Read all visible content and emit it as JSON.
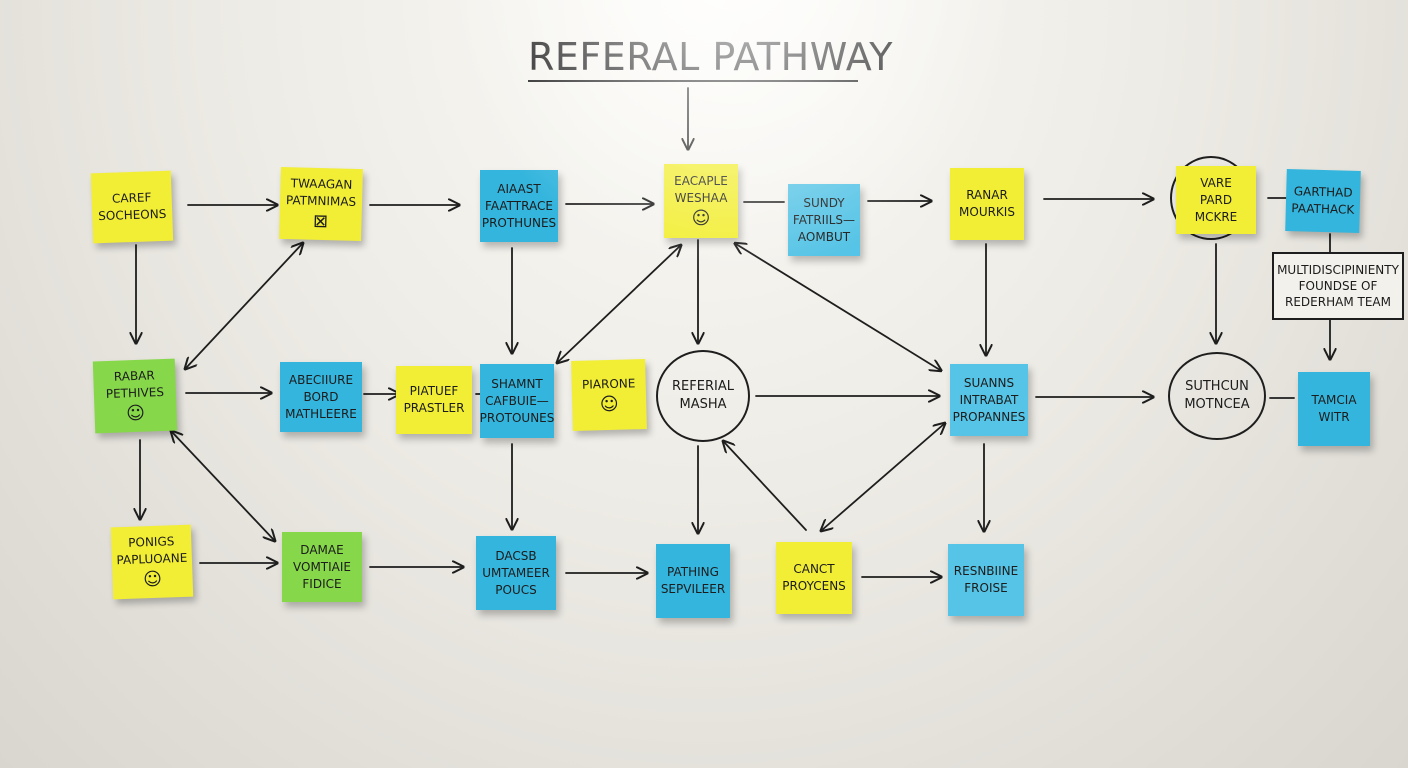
{
  "title": "REFERAL PATHWAY",
  "notes": {
    "n1": {
      "line1": "CAREF",
      "line2": "SOCHEONS"
    },
    "n2": {
      "line1": "TWAAGAN",
      "line2": "PATMNIMAS",
      "glyph": "⊠"
    },
    "n3": {
      "line1": "AIAAST",
      "line2": "FAATTRACE",
      "line3": "PROTHUNES"
    },
    "n4": {
      "line1": "EACAPLE",
      "line2": "WESHAA",
      "glyph": "☺"
    },
    "n5": {
      "line1": "SUNDY",
      "line2": "FATRIILS—",
      "line3": "AOMBUT"
    },
    "n6": {
      "line1": "RANAR",
      "line2": "MOURKIS"
    },
    "n7": {
      "line1": "VARE",
      "line2": "PARD",
      "line3": "MCKRE"
    },
    "n8": {
      "line1": "GARTHAD",
      "line2": "PAATHACK"
    },
    "n9": {
      "line1": "RABAR",
      "line2": "PETHIVES",
      "glyph": "☺"
    },
    "n10": {
      "line1": "ABECIIURE",
      "line2": "BORD",
      "line3": "MATHLEERE"
    },
    "n11": {
      "line1": "PIATUEF",
      "line2": "PRASTLER"
    },
    "n12": {
      "line1": "SHAMNT",
      "line2": "CAFBUIE—",
      "line3": "PROTOUNES"
    },
    "n13": {
      "line1": "PIARONE",
      "glyph": "☺"
    },
    "n14": {
      "line1": "SUANNS",
      "line2": "INTRABAT",
      "line3": "PROPANNES"
    },
    "n15": {
      "line1": "TAMCIA",
      "line2": "WITR"
    },
    "n16": {
      "line1": "PONIGS",
      "line2": "PAPLUOANE",
      "glyph": "☺"
    },
    "n17": {
      "line1": "DAMAE",
      "line2": "VOMTIAIE",
      "line3": "FIDICE"
    },
    "n18": {
      "line1": "DACSB",
      "line2": "UMTAMEER",
      "line3": "POUCS"
    },
    "n19": {
      "line1": "PATHING",
      "line2": "SEPVILEER"
    },
    "n20": {
      "line1": "CANCT",
      "line2": "PROYCENS"
    },
    "n21": {
      "line1": "RESNBIINE",
      "line2": "FROISE"
    }
  },
  "circles": {
    "c1": {
      "line1": "REFERIAL",
      "line2": "MASHA"
    },
    "c2": {
      "line1": "SUTHCUN",
      "line2": "MOTNCEA"
    },
    "c3": {
      "empty": ""
    }
  },
  "team_box": {
    "line1": "MULTIDISCIPINIENTY",
    "line2": "FOUNDSE OF",
    "line3": "REDERHAM TEAM"
  },
  "colors": {
    "yellow": "#f2ee35",
    "blue": "#34b5dd",
    "green": "#86d84a",
    "ink": "#1e1e1e"
  }
}
